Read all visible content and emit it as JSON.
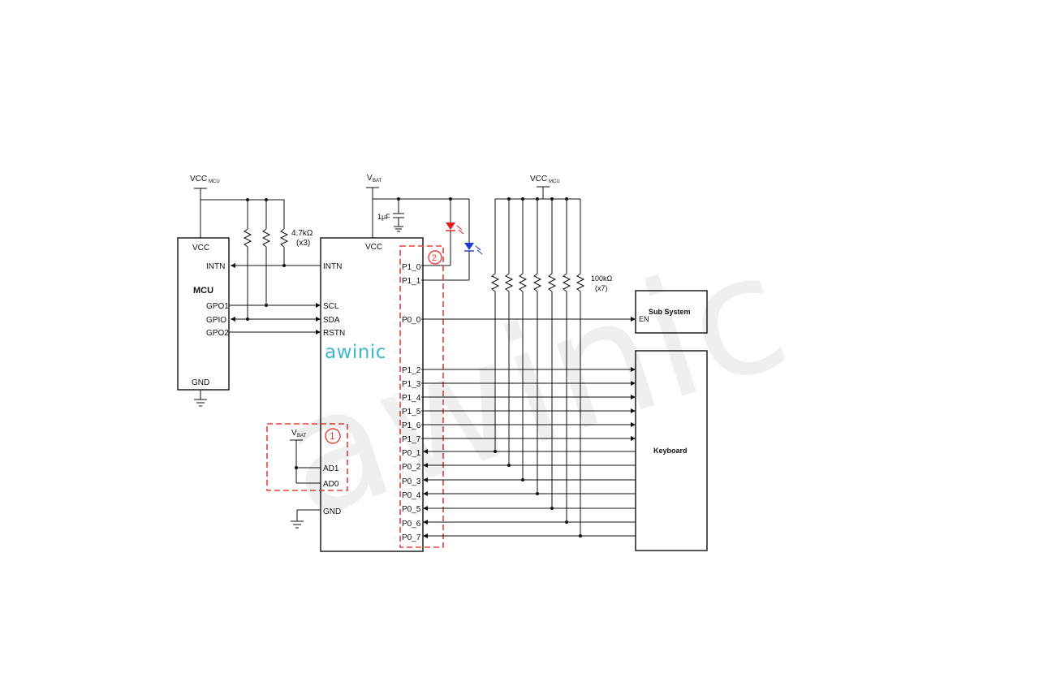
{
  "supplies": {
    "vcc_mcu_left": "VCC",
    "vcc_mcu_left_sub": "MCU",
    "vcc_mcu_right": "VCC",
    "vcc_mcu_right_sub": "MCU",
    "vbat_top": "V",
    "vbat_top_sub": "BAT",
    "vbat_addr": "V",
    "vbat_addr_sub": "BAT"
  },
  "components": {
    "pullup_i2c": "4.7kΩ",
    "pullup_i2c_count": "(x3)",
    "pullup_key": "100kΩ",
    "pullup_key_count": "(x7)",
    "decoupling_cap": "1μF"
  },
  "mcu": {
    "title": "MCU",
    "vcc": "VCC",
    "intn": "INTN",
    "gpo1": "GPO1",
    "gpio": "GPIO",
    "gpo2": "GPO2",
    "gnd": "GND"
  },
  "chip": {
    "vcc": "VCC",
    "intn": "INTN",
    "scl": "SCL",
    "sda": "SDA",
    "rstn": "RSTN",
    "ad1": "AD1",
    "ad0": "AD0",
    "gnd": "GND",
    "ports": [
      "P1_0",
      "P1_1",
      "P0_0",
      "P1_2",
      "P1_3",
      "P1_4",
      "P1_5",
      "P1_6",
      "P1_7",
      "P0_1",
      "P0_2",
      "P0_3",
      "P0_4",
      "P0_5",
      "P0_6",
      "P0_7"
    ]
  },
  "logo": "awinic",
  "annotations": {
    "one": "1",
    "two": "2"
  },
  "subsystem": {
    "title": "Sub System",
    "en": "EN"
  },
  "keyboard": {
    "title": "Keyboard"
  },
  "colors": {
    "accent_red": "#e8403a",
    "logo_teal": "#3db8c8",
    "led_red": "#e02020",
    "led_blue": "#1f3ad8"
  }
}
